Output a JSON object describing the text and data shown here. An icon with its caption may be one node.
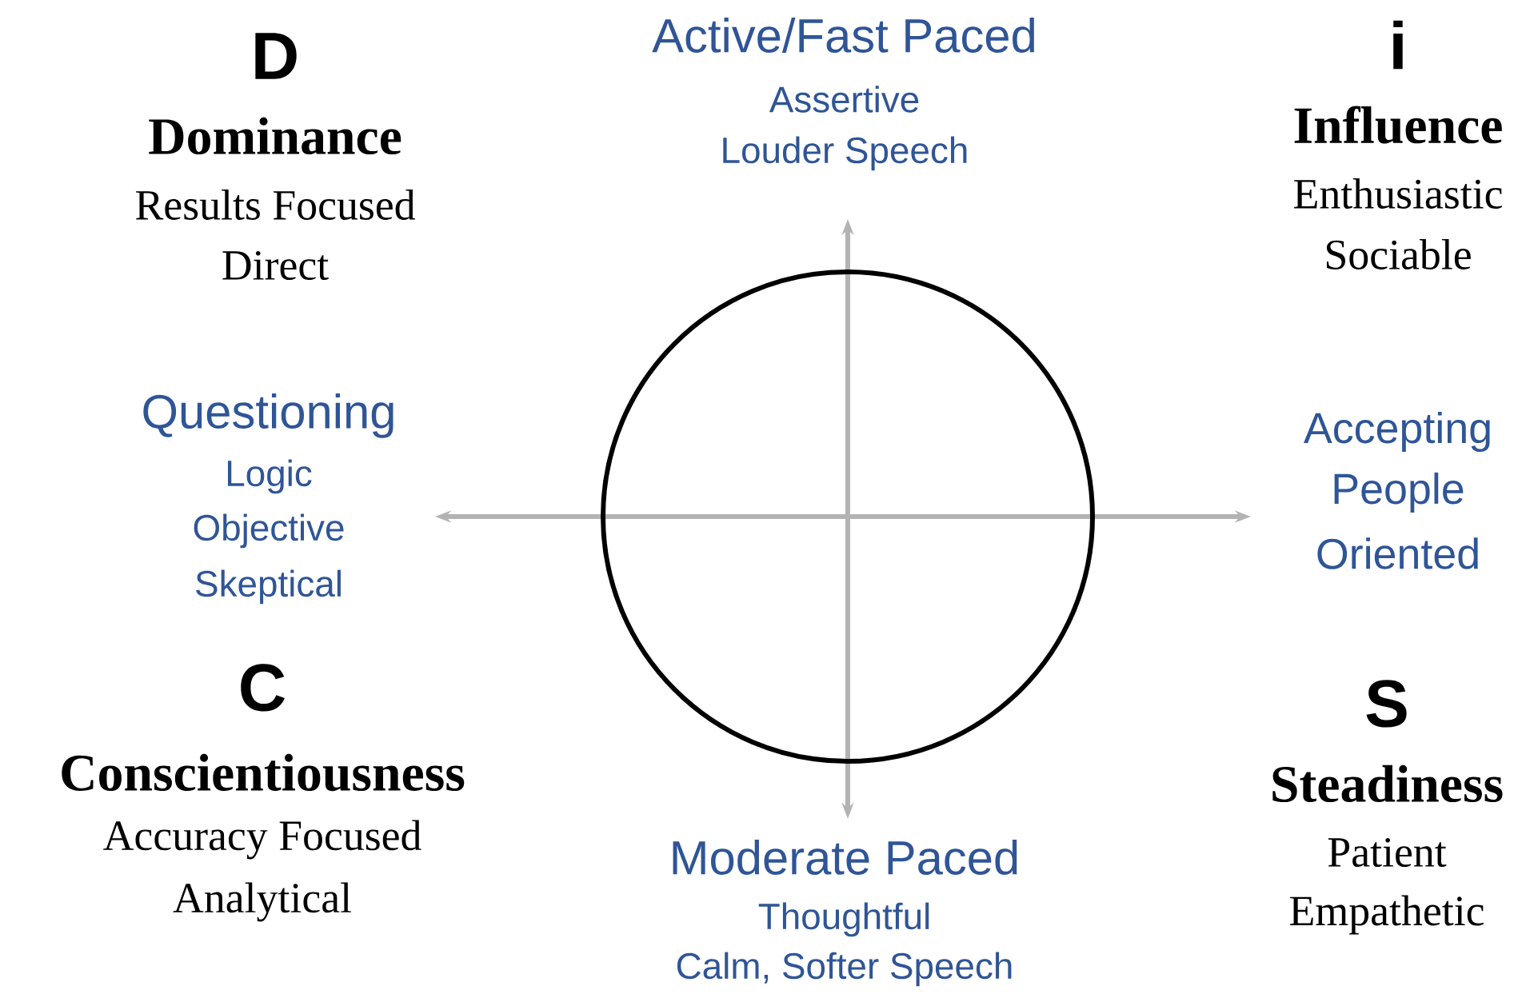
{
  "diagram": {
    "labels": [
      "D",
      "Dominance",
      "Results Focused",
      "Direct",
      "Active/Fast Paced",
      "Assertive",
      "Louder Speech",
      "i",
      "Influence",
      "Enthusiastic",
      "Sociable",
      "Questioning",
      "Logic",
      "Objective",
      "Skeptical",
      "Accepting",
      "People",
      "Oriented",
      "C",
      "Conscientiousness",
      "Accuracy Focused",
      "Analytical",
      "S",
      "Steadiness",
      "Patient",
      "Empathetic",
      "Moderate Paced",
      "Thoughtful",
      "Calm, Softer Speech"
    ]
  }
}
